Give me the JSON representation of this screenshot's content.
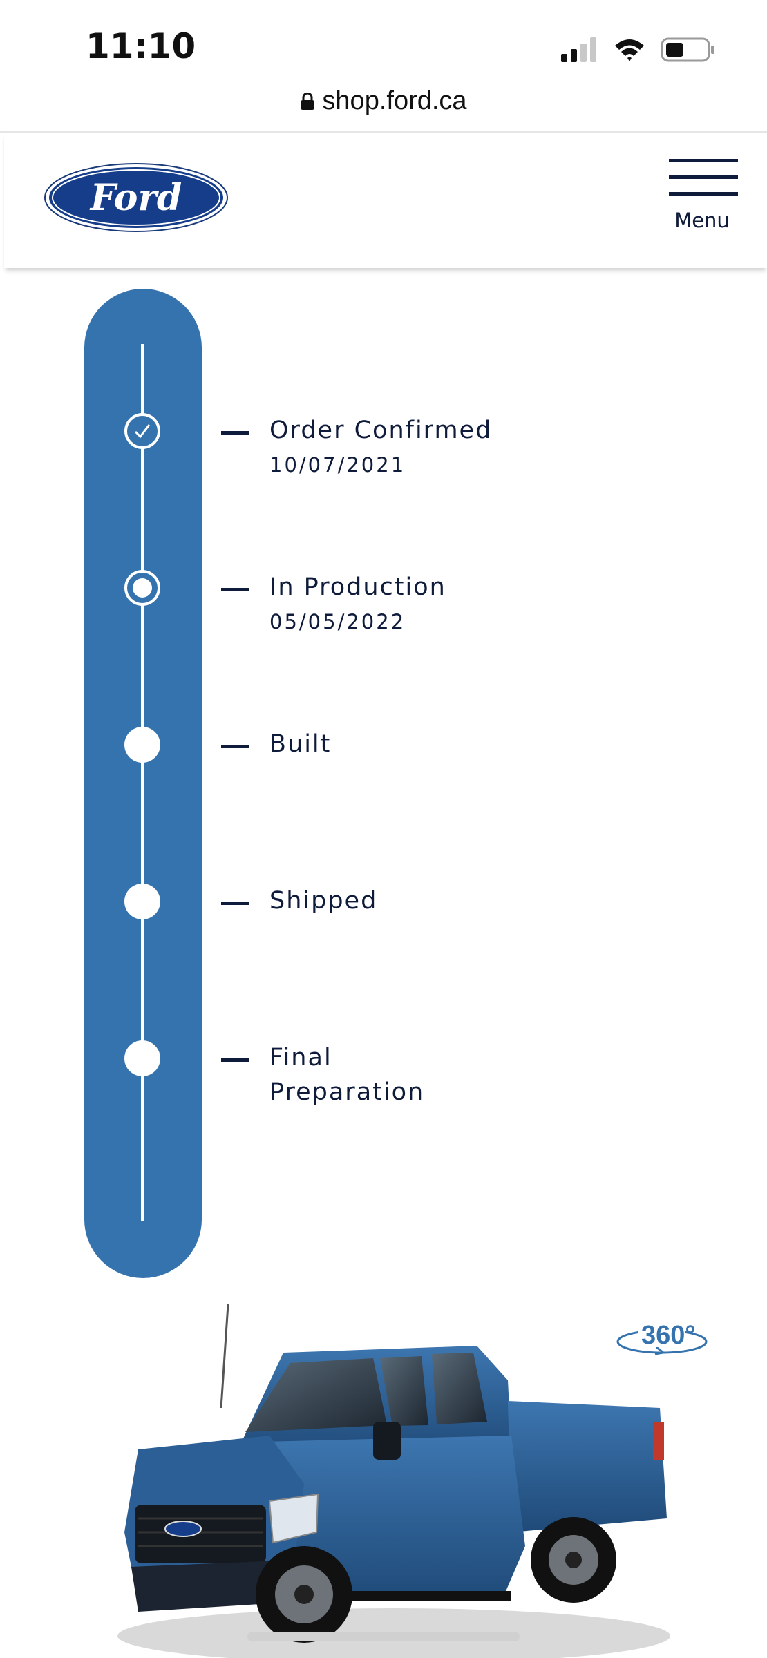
{
  "status_bar": {
    "time": "11:10"
  },
  "browser": {
    "url": "shop.ford.ca"
  },
  "header": {
    "logo_text": "Ford",
    "menu_label": "Menu"
  },
  "tracker": {
    "colors": {
      "pill": "#3573ae",
      "text": "#0f1b3a"
    },
    "steps": [
      {
        "label": "Order Confirmed",
        "date": "10/07/2021",
        "status": "complete"
      },
      {
        "label": "In Production",
        "date": "05/05/2022",
        "status": "current"
      },
      {
        "label": "Built",
        "date": "",
        "status": "pending"
      },
      {
        "label": "Shipped",
        "date": "",
        "status": "pending"
      },
      {
        "label_line1": "Final",
        "label_line2": "Preparation",
        "date": "",
        "status": "pending"
      }
    ]
  },
  "vehicle": {
    "view_360_label": "360°",
    "body_color": "#2c5f95"
  }
}
